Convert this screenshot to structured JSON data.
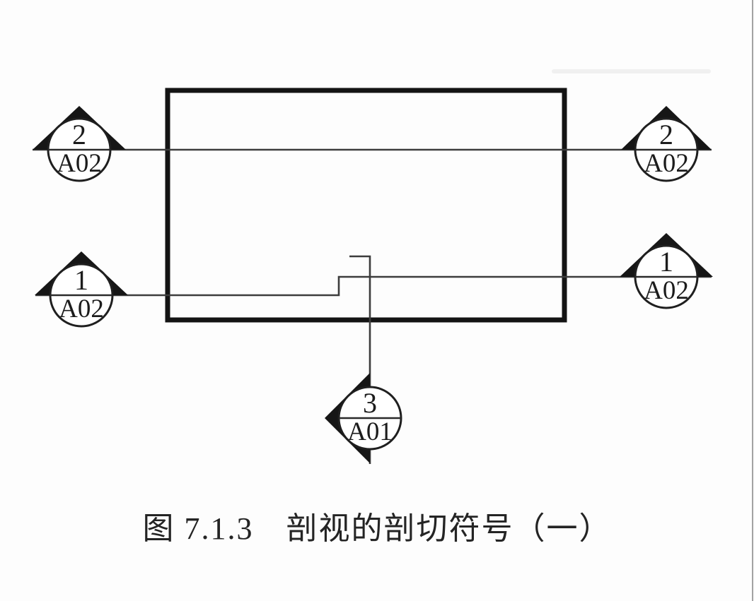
{
  "page": {
    "background": "#fdfdfd",
    "ink_color": "#1a1a1a",
    "thin_line_color": "#3d3d3d",
    "page_edge_color": "#a3a3a3"
  },
  "figure": {
    "caption": "图 7.1.3　剖视的剖切符号（一）",
    "section_marks": [
      {
        "location": "upper-left",
        "number": "2",
        "sheet": "A02"
      },
      {
        "location": "upper-right",
        "number": "2",
        "sheet": "A02"
      },
      {
        "location": "middle-left",
        "number": "1",
        "sheet": "A02"
      },
      {
        "location": "middle-right",
        "number": "1",
        "sheet": "A02"
      },
      {
        "location": "bottom-center",
        "number": "3",
        "sheet": "A01"
      }
    ]
  }
}
